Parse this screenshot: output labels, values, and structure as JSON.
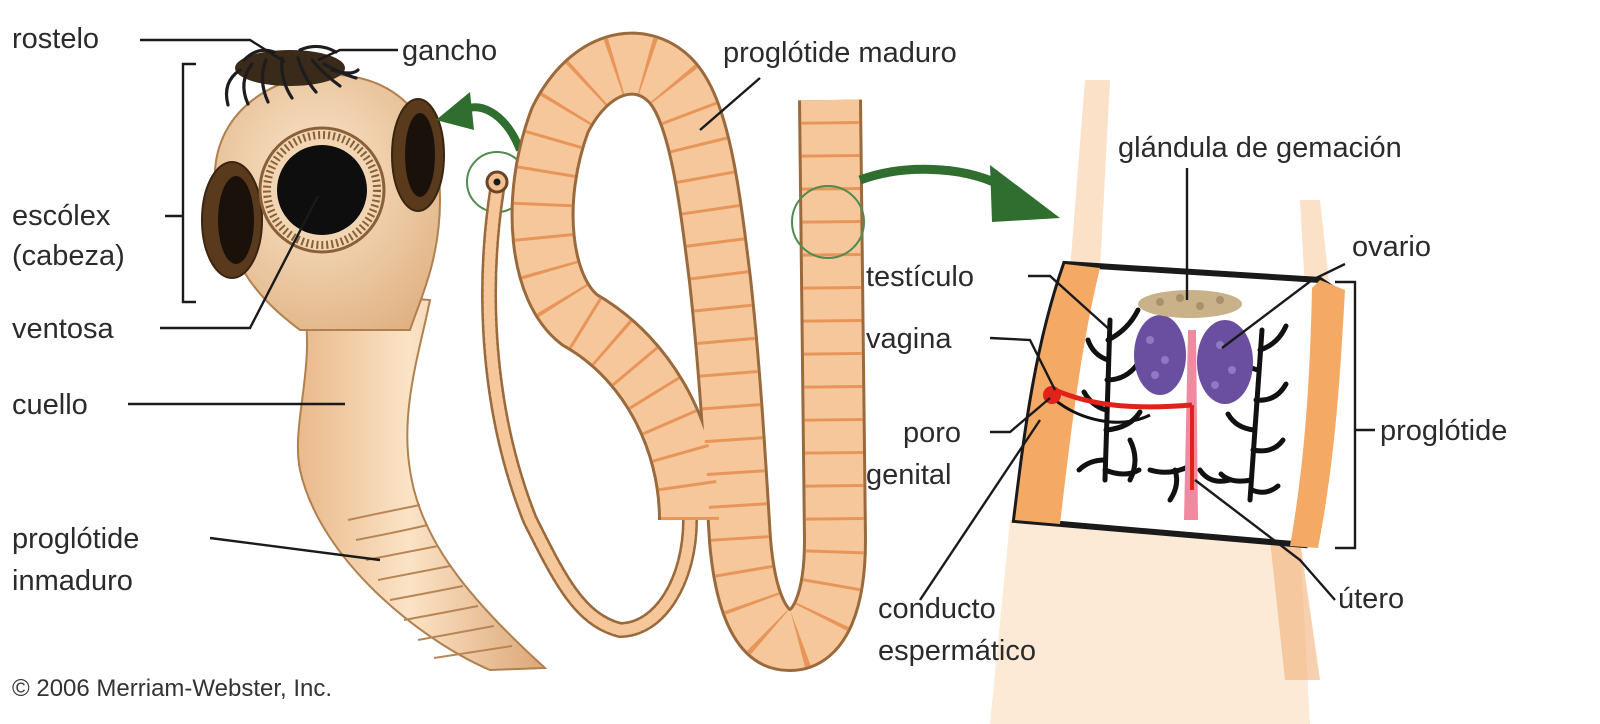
{
  "labels": {
    "rostelo": "rostelo",
    "gancho": "gancho",
    "escolex_1": "escólex",
    "escolex_2": "(cabeza)",
    "ventosa": "ventosa",
    "cuello": "cuello",
    "proglotide_inmaduro_1": "proglótide",
    "proglotide_inmaduro_2": "inmaduro",
    "proglotide_maduro": "proglótide maduro",
    "glandula": "glándula de gemación",
    "ovario": "ovario",
    "testiculo": "testículo",
    "vagina": "vagina",
    "poro_genital_1": "poro",
    "poro_genital_2": "genital",
    "proglotide": "proglótide",
    "conducto_1": "conducto",
    "conducto_2": "espermático",
    "utero": "útero"
  },
  "copyright": "© 2006 Merriam-Webster, Inc.",
  "colors": {
    "worm_fill": "#f6c79a",
    "worm_segment": "#f3a86a",
    "worm_outline": "#9a6a3c",
    "head": "#f2d3ac",
    "sucker_dark": "#111111",
    "arrow_green": "#2f6e2f",
    "duct_red": "#e0221a",
    "ovary_purple": "#6a4fa0",
    "gland_tan": "#c9b28a",
    "uterus_pink": "#f08aa0"
  }
}
